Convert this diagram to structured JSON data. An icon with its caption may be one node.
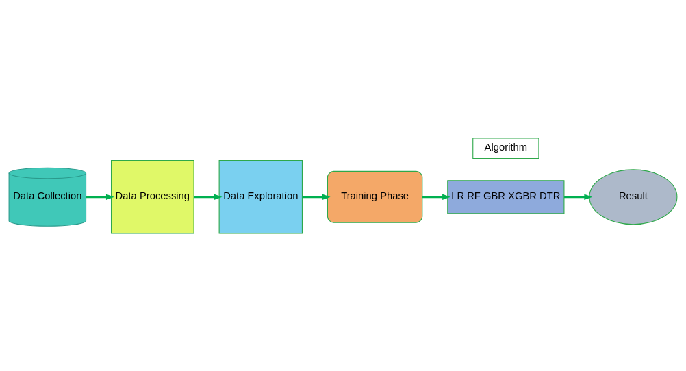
{
  "diagram": {
    "nodes": [
      {
        "text": [
          "Data Collection"
        ]
      },
      {
        "text": [
          "Data Processing"
        ]
      },
      {
        "text": [
          "Data Exploration"
        ]
      },
      {
        "text": [
          "Training Phase"
        ]
      },
      {
        "text": [
          "Algorithm"
        ]
      },
      {
        "text": [
          "LR RF GBR XGBR DTR"
        ]
      },
      {
        "text": [
          "Result"
        ]
      }
    ],
    "edges": [
      {
        "from": 0,
        "to": 1,
        "arrow": "to"
      },
      {
        "from": 1,
        "to": 2,
        "arrow": "to"
      },
      {
        "from": 2,
        "to": 3,
        "arrow": "to"
      },
      {
        "from": 3,
        "to": 5,
        "arrow": "to"
      },
      {
        "from": 5,
        "to": 6,
        "arrow": "to"
      }
    ]
  }
}
